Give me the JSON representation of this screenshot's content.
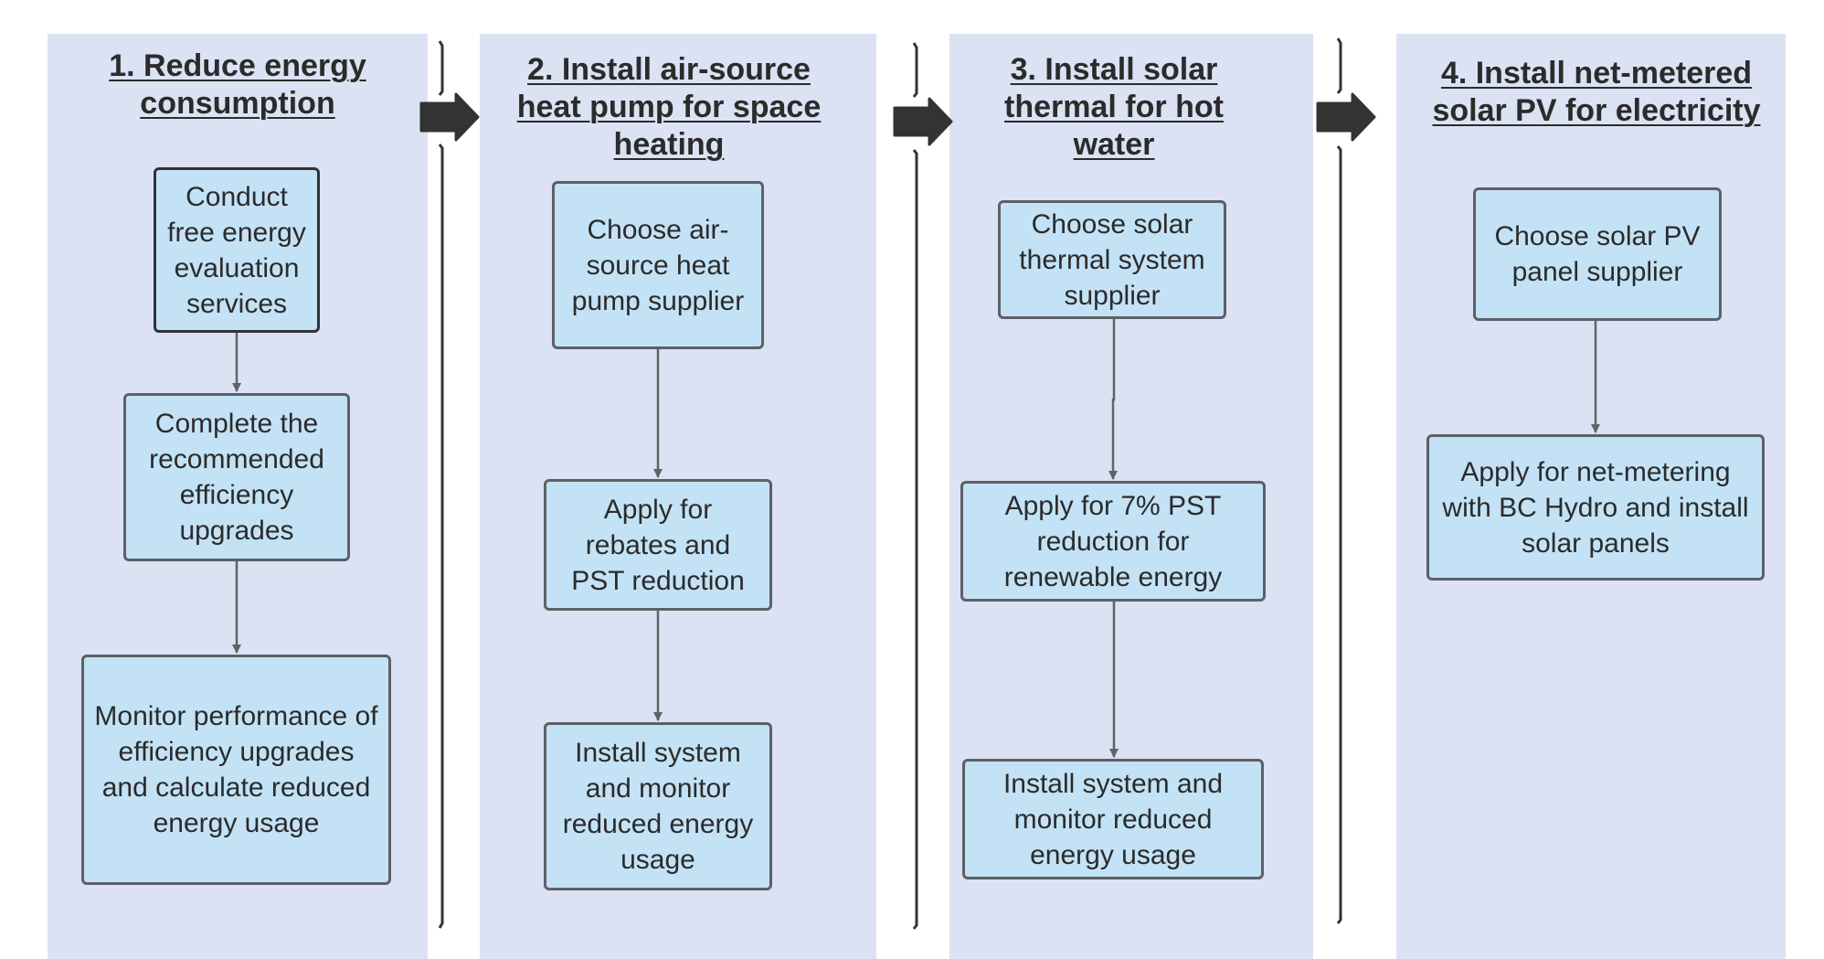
{
  "colors": {
    "lane_bg": "#dae2f3",
    "step_bg": "#c3e2f5",
    "step_border": "#5d6066",
    "connector": "#606366",
    "phase_arrow": "#333333",
    "text": "#2b2b2b"
  },
  "lanes": [
    {
      "title": "1. Reduce energy consumption",
      "steps": [
        "Conduct free energy evaluation services",
        "Complete the recommended efficiency upgrades",
        "Monitor performance of efficiency upgrades and calculate reduced energy usage"
      ]
    },
    {
      "title": "2. Install air-source heat pump for space heating",
      "steps": [
        "Choose air-source heat pump supplier",
        "Apply for rebates and PST reduction",
        "Install system and monitor reduced energy usage"
      ]
    },
    {
      "title": "3. Install solar thermal for hot water",
      "steps": [
        "Choose solar thermal system supplier",
        "Apply for 7% PST reduction for renewable energy",
        "Install system and monitor reduced energy usage"
      ]
    },
    {
      "title": "4. Install net-metered solar PV for electricity",
      "steps": [
        "Choose solar PV panel supplier",
        "Apply for net-metering with BC Hydro and install solar panels"
      ]
    }
  ],
  "icons": {
    "phase_arrow": "block-right-arrow-icon"
  }
}
